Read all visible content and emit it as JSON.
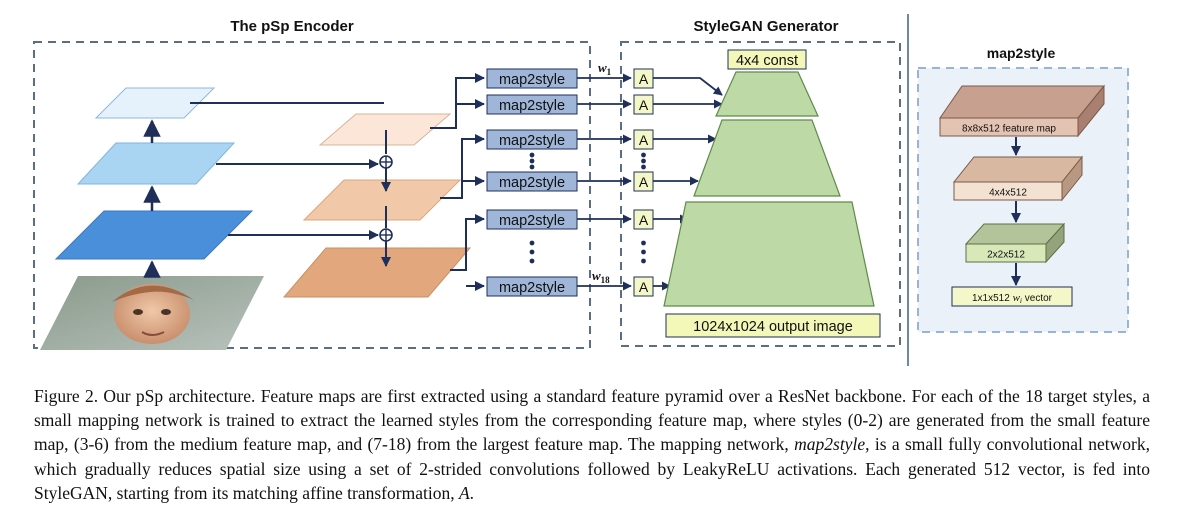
{
  "sections": {
    "encoder_title": "The pSp Encoder",
    "generator_title": "StyleGAN Generator",
    "map2style_title": "map2style"
  },
  "map2style_blocks": [
    "map2style",
    "map2style",
    "map2style",
    "map2style",
    "map2style",
    "map2style"
  ],
  "affine_label": "A",
  "w_labels": {
    "first": "w",
    "first_sub": "1",
    "last": "w",
    "last_sub": "18"
  },
  "generator": {
    "const_label": "4x4 const",
    "output_label": "1024x1024 output image"
  },
  "detail": {
    "layers": [
      "8x8x512 feature map",
      "4x4x512",
      "2x2x512"
    ],
    "vector_prefix": "1x1x512",
    "vector_var": "w",
    "vector_sub": "i",
    "vector_suffix": "vector"
  },
  "caption": {
    "part1": "Figure 2. Our pSp architecture. Feature maps are first extracted using a standard feature pyramid over a ResNet backbone. For each of the 18 target styles, a small mapping network is trained to extract the learned styles from the corresponding feature map, where styles (0-2) are generated from the small feature map, (3-6) from the medium feature map, and (7-18) from the largest feature map. The mapping network, ",
    "italic": "map2style",
    "part2": ", is a small fully convolutional network, which gradually reduces spatial size using a set of 2-strided convolutions followed by LeakyReLU activations. Each generated 512 vector, is fed into StyleGAN, starting from its matching affine transformation, ",
    "affine": "A",
    "part3": "."
  },
  "colors": {
    "dash_border": "#5a6e8a",
    "arrow": "#1f2f5a",
    "map2style_fill": "#9fb6d8",
    "affine_fill": "#f4f8c8",
    "generator_fill": "#bcd9a6",
    "const_fill": "#f3f7b8",
    "pyramid_light": "#e6f2fb",
    "pyramid_mid": "#a9d5f3",
    "pyramid_dark": "#4a8fd9",
    "feat_light": "#fbe6d8",
    "feat_mid": "#f1c9a8",
    "feat_dark": "#e2a77c",
    "detail_bg": "#eaf1f9"
  }
}
